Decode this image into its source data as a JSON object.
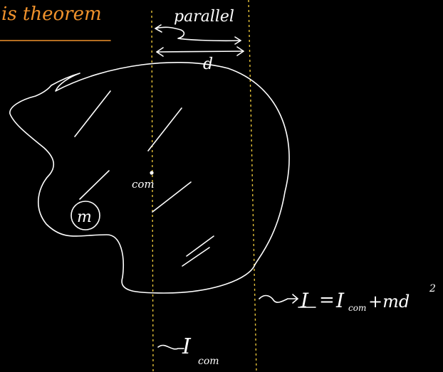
{
  "heading": {
    "text": "is theorem",
    "color": "#f0922c"
  },
  "labels": {
    "parallel": "parallel",
    "distance": "d",
    "com": "com",
    "mass": "m",
    "equation_lhs": "I",
    "equation_eq": "=",
    "equation_i": "I",
    "equation_sub": "com",
    "equation_rest": "+md",
    "equation_exp": "2",
    "icom_i": "I",
    "icom_sub": "com"
  },
  "colors": {
    "background": "#000000",
    "ink": "#ffffff",
    "axis": "#e8c43a",
    "accent": "#f0922c"
  },
  "icons": {
    "arrows": [
      "double-headed-arrow",
      "double-headed-arrow"
    ],
    "pointer_arrows": [
      "squiggle-arrow-icon",
      "squiggle-arrow-icon"
    ]
  }
}
